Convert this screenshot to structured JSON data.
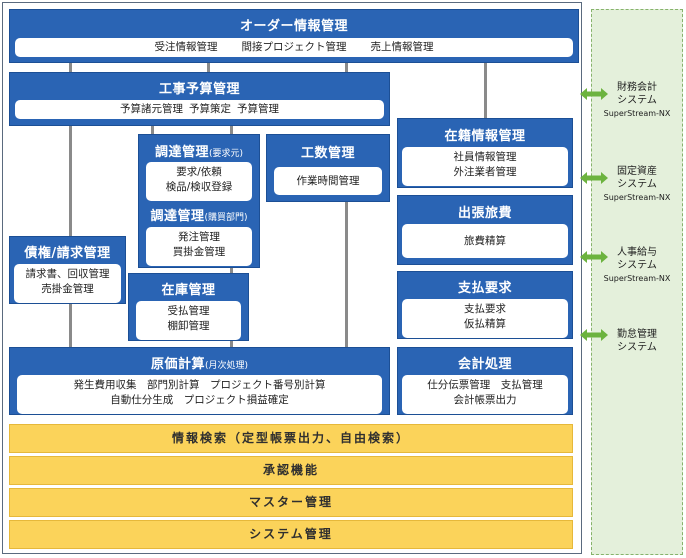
{
  "order": {
    "title": "オーダー情報管理",
    "items": [
      "受注情報管理",
      "間接プロジェクト管理",
      "売上情報管理"
    ]
  },
  "budget": {
    "title": "工事予算管理",
    "items": [
      "予算諸元管理",
      "予算策定",
      "予算管理"
    ]
  },
  "procure_req": {
    "title": "調達管理",
    "title_note": "(要求元)",
    "lines": [
      "要求/依頼",
      "検品/検収登録"
    ]
  },
  "procure_buy": {
    "title": "調達管理",
    "title_note": "(購買部門)",
    "lines": [
      "発注管理",
      "買掛金管理"
    ]
  },
  "manhour": {
    "title": "工数管理",
    "lines": [
      "作業時間管理"
    ]
  },
  "personnel": {
    "title": "在籍情報管理",
    "lines": [
      "社員情報管理",
      "外注業者管理"
    ]
  },
  "travel": {
    "title": "出張旅費",
    "lines": [
      "旅費精算"
    ]
  },
  "claims": {
    "title": "債権/請求管理",
    "lines": [
      "請求書、回収管理",
      "売掛金管理"
    ]
  },
  "inventory": {
    "title": "在庫管理",
    "lines": [
      "受払管理",
      "棚卸管理"
    ]
  },
  "payment": {
    "title": "支払要求",
    "lines": [
      "支払要求",
      "仮払精算"
    ]
  },
  "costing": {
    "title": "原価計算",
    "title_note": "(月次処理)",
    "lines": [
      "発生費用収集　部門別計算　プロジェクト番号別計算",
      "自動仕分生成　プロジェクト損益確定"
    ]
  },
  "accounting": {
    "title": "会計処理",
    "lines": [
      "仕分伝票管理　支払管理",
      "会計帳票出力"
    ]
  },
  "bottom_bars": [
    "情報検索（定型帳票出力、自由検索）",
    "承認機能",
    "マスター管理",
    "システム管理"
  ],
  "external_systems": [
    {
      "name": "財務会計",
      "sub": "システム",
      "brand": "SuperStream-NX"
    },
    {
      "name": "固定資産",
      "sub": "システム",
      "brand": "SuperStream-NX"
    },
    {
      "name": "人事給与",
      "sub": "システム",
      "brand": "SuperStream-NX"
    },
    {
      "name": "勤怠管理",
      "sub": "システム",
      "brand": ""
    }
  ],
  "colors": {
    "module_blue": "#2a64b4",
    "common_gold": "#fbd35a",
    "arrow_green": "#6cb33f",
    "external_bg": "#e4f0db"
  }
}
